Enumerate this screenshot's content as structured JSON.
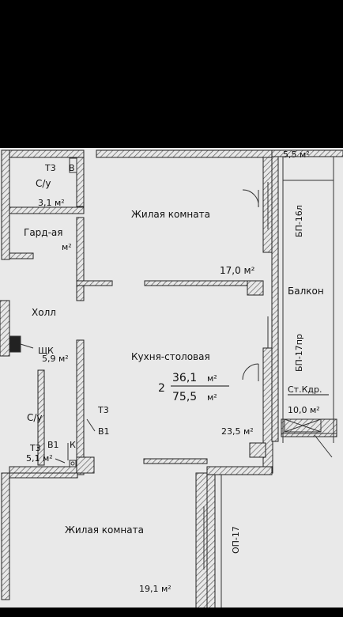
{
  "plan": {
    "top_partial_area": "5,5 м²",
    "rooms": {
      "living_top": {
        "name": "Жилая комната",
        "area": "17,0 м²"
      },
      "wardrobe": {
        "name": "Гард-ая",
        "unit": "м²"
      },
      "bath_top": {
        "name": "С/у",
        "area": "3,1 м²"
      },
      "hall": {
        "name": "Холл",
        "area": "5,9 м²"
      },
      "kitchen": {
        "name": "Кухня-столовая",
        "area": "23,5 м²"
      },
      "bath_bottom": {
        "name": "С/у",
        "area": "5,1 м²"
      },
      "living_bottom": {
        "name": "Жилая комната",
        "area": "19,1 м²"
      },
      "balcony": {
        "name": "Балкон"
      },
      "storage": {
        "name": "Ст.Кдр.",
        "area": "10,0 м²"
      }
    },
    "apartment": {
      "rooms_count": "2",
      "living_area": "36,1",
      "total_area": "75,5",
      "unit": "м²"
    },
    "equipment": {
      "shk": "ЩК",
      "t3_top": "Т3",
      "b_top": "В",
      "t3_mid": "Т3",
      "b1_mid": "В1",
      "t3_bottom": "Т3",
      "b1_bottom": "В1",
      "k_bottom": "К"
    },
    "window_marks": {
      "bp16": "БП-16л",
      "bp17": "БП-17пр",
      "op17": "ОП-17"
    }
  }
}
